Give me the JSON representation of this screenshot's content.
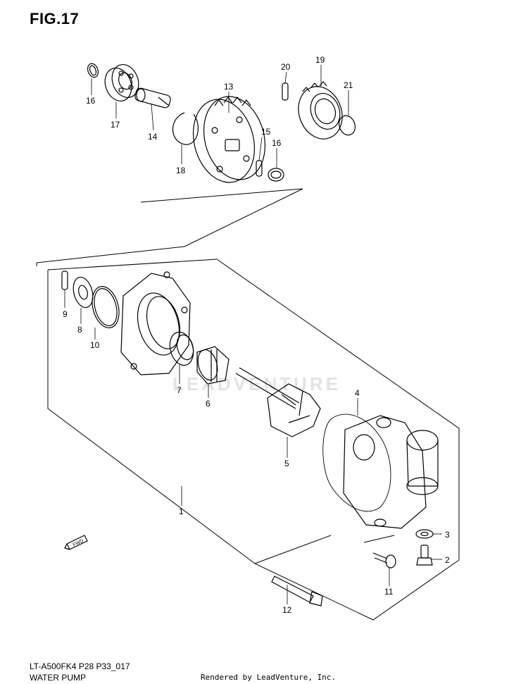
{
  "figure": {
    "title": "FIG.17",
    "code": "LT-A500FK4 P28 P33_017",
    "name": "WATER PUMP",
    "rendered_by": "Rendered by LeadVenture, Inc.",
    "watermark": "LEADVENTURE"
  },
  "direction_marker": "FWD",
  "callouts": [
    {
      "id": "label-16a",
      "text": "16"
    },
    {
      "id": "label-17",
      "text": "17"
    },
    {
      "id": "label-14",
      "text": "14"
    },
    {
      "id": "label-18",
      "text": "18"
    },
    {
      "id": "label-13",
      "text": "13"
    },
    {
      "id": "label-15",
      "text": "15"
    },
    {
      "id": "label-16b",
      "text": "16"
    },
    {
      "id": "label-20",
      "text": "20"
    },
    {
      "id": "label-19",
      "text": "19"
    },
    {
      "id": "label-21",
      "text": "21"
    },
    {
      "id": "label-9",
      "text": "9"
    },
    {
      "id": "label-8",
      "text": "8"
    },
    {
      "id": "label-10",
      "text": "10"
    },
    {
      "id": "label-7",
      "text": "7"
    },
    {
      "id": "label-6",
      "text": "6"
    },
    {
      "id": "label-4",
      "text": "4"
    },
    {
      "id": "label-5",
      "text": "5"
    },
    {
      "id": "label-1",
      "text": "1"
    },
    {
      "id": "label-3",
      "text": "3"
    },
    {
      "id": "label-2",
      "text": "2"
    },
    {
      "id": "label-11",
      "text": "11"
    },
    {
      "id": "label-12",
      "text": "12"
    }
  ],
  "colors": {
    "line": "#000000",
    "watermark": "#e3e3e3",
    "background": "#ffffff"
  }
}
